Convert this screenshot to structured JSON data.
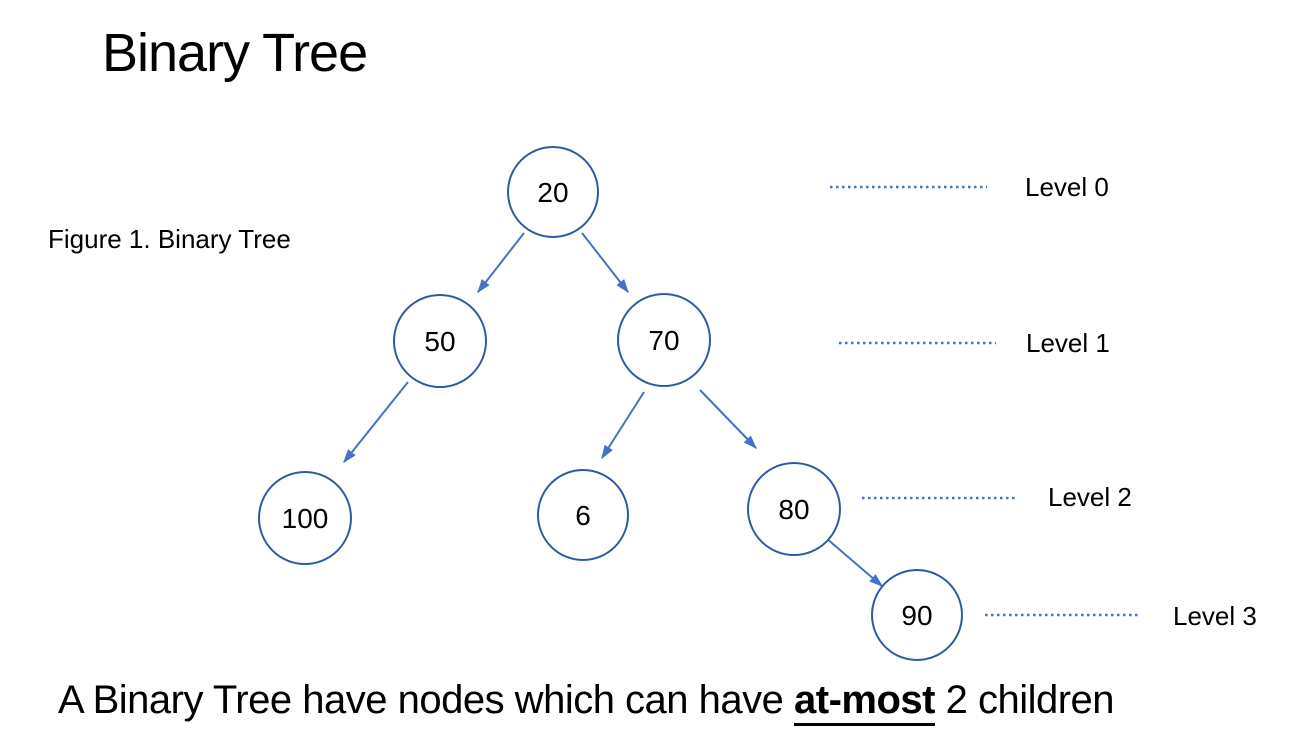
{
  "slide": {
    "title": "Binary Tree",
    "caption": "Figure 1. Binary Tree",
    "footer": {
      "text_before": "A Binary Tree have nodes which can have",
      "emphasized": "at-most",
      "text_after": "2 children"
    }
  },
  "tree": {
    "nodes": [
      {
        "value": "20",
        "level": 0
      },
      {
        "value": "50",
        "level": 1
      },
      {
        "value": "70",
        "level": 1
      },
      {
        "value": "100",
        "level": 2
      },
      {
        "value": "6",
        "level": 2
      },
      {
        "value": "80",
        "level": 2
      },
      {
        "value": "90",
        "level": 3
      }
    ],
    "edges": [
      {
        "from": "20",
        "to": "50"
      },
      {
        "from": "20",
        "to": "70"
      },
      {
        "from": "50",
        "to": "100"
      },
      {
        "from": "70",
        "to": "6"
      },
      {
        "from": "70",
        "to": "80"
      },
      {
        "from": "80",
        "to": "90"
      }
    ]
  },
  "levels": [
    {
      "label": "Level 0"
    },
    {
      "label": "Level 1"
    },
    {
      "label": "Level 2"
    },
    {
      "label": "Level 3"
    }
  ],
  "colors": {
    "node_border": "#2f5b9d",
    "connector": "#4472c4",
    "level_line": "#4472c4",
    "text": "#000000",
    "background": "#ffffff"
  }
}
